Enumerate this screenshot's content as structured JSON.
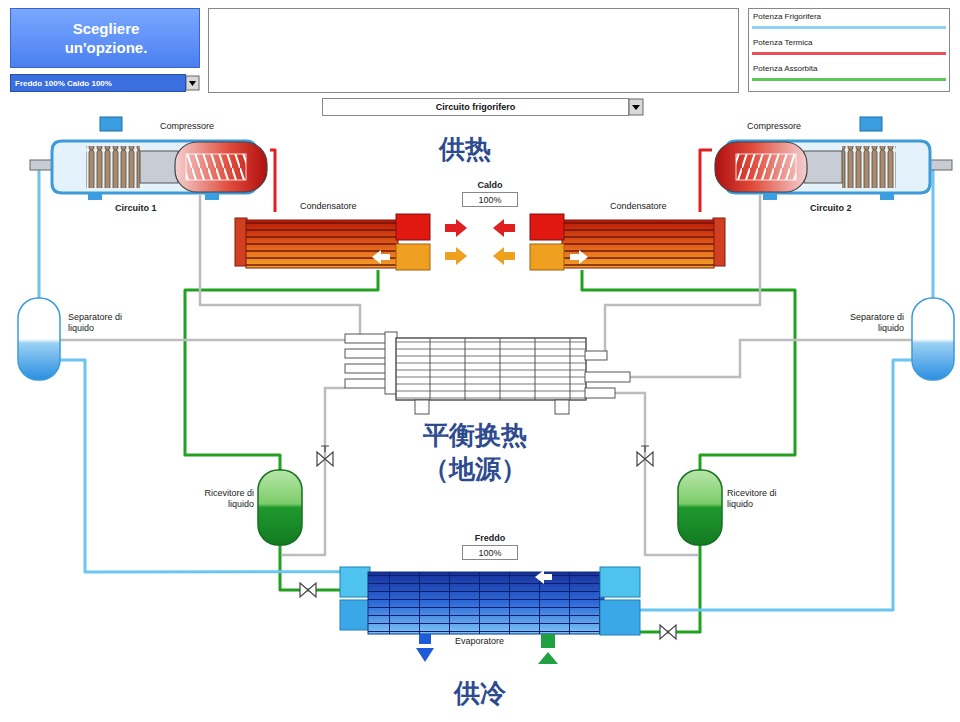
{
  "diagram": {
    "nodes": [
      {
        "text": [
          "Scegliere un'opzione."
        ]
      },
      {
        "text": [
          "Freddo 100% Caldo 100%"
        ]
      },
      {
        "text": [
          "Circuito frigorifero"
        ]
      },
      {
        "text": [
          "Compressore",
          "Circuito 1"
        ]
      },
      {
        "text": [
          "Condensatore"
        ]
      },
      {
        "text": [
          "Caldo",
          "100%"
        ]
      },
      {
        "text": [
          "Condensatore"
        ]
      },
      {
        "text": [
          "Compressore",
          "Circuito 2"
        ]
      },
      {
        "text": [
          "Separatore di liquido"
        ]
      },
      {
        "text": [
          "Separatore di liquido"
        ]
      },
      {
        "text": [
          "Ricevitore di liquido"
        ]
      },
      {
        "text": [
          "Ricevitore di liquido"
        ]
      },
      {
        "text": [
          "Freddo",
          "100%"
        ]
      },
      {
        "text": [
          "Evaporatore"
        ]
      }
    ],
    "edges": [
      {
        "from": 3,
        "to": 4,
        "arrow": "none"
      },
      {
        "from": 4,
        "to": 10,
        "arrow": "none"
      },
      {
        "from": 10,
        "to": 13,
        "arrow": "none"
      },
      {
        "from": 13,
        "to": 8,
        "arrow": "none"
      },
      {
        "from": 8,
        "to": 3,
        "arrow": "none"
      },
      {
        "from": 7,
        "to": 6,
        "arrow": "none"
      },
      {
        "from": 6,
        "to": 11,
        "arrow": "none"
      },
      {
        "from": 11,
        "to": 13,
        "arrow": "none"
      },
      {
        "from": 13,
        "to": 9,
        "arrow": "none"
      },
      {
        "from": 9,
        "to": 7,
        "arrow": "none"
      }
    ],
    "labels": [
      "供热",
      "平衡换热 （地源）",
      "供冷"
    ],
    "legend": [
      {
        "text": "Potenza Frigorifera",
        "color": "#8fd3f4"
      },
      {
        "text": "Potenza Termica",
        "color": "#e8505a"
      },
      {
        "text": "Potenza Assorbita",
        "color": "#5cc85c"
      }
    ]
  }
}
